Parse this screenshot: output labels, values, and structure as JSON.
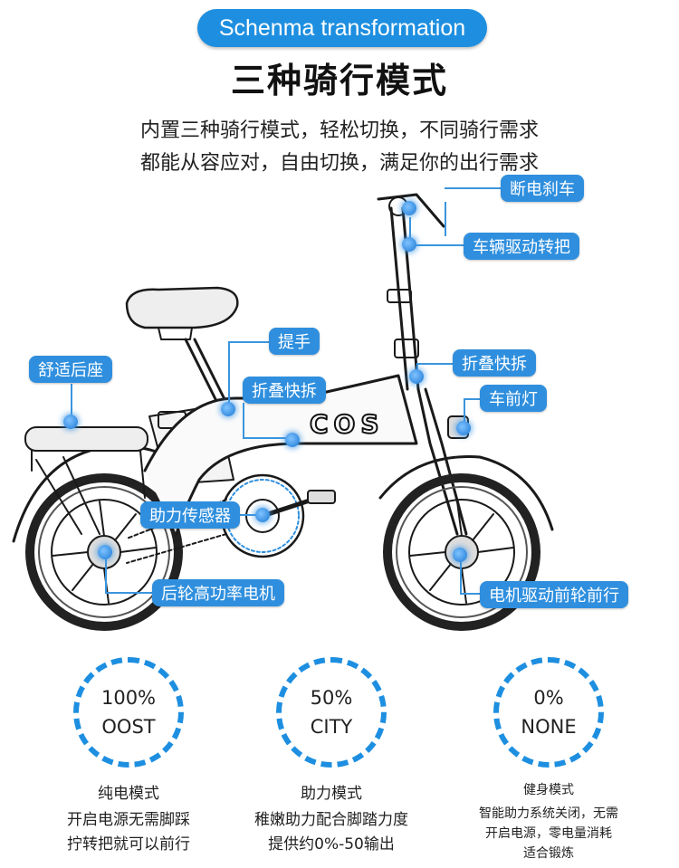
{
  "header": {
    "badge": "Schenma transformation",
    "title": "三种骑行模式",
    "intro_line1": "内置三种骑行模式，轻松切换，不同骑行需求",
    "intro_line2": "都能从容应对，自由切换，满足你的出行需求"
  },
  "bike": {
    "frame_text": "COS",
    "callouts": {
      "brake": "断电刹车",
      "throttle": "车辆驱动转把",
      "handle": "提手",
      "seat": "舒适后座",
      "fold_front": "折叠快拆",
      "fold_mid": "折叠快拆",
      "headlight": "车前灯",
      "sensor": "助力传感器",
      "rear_motor": "后轮高功率电机",
      "front_motor": "电机驱动前轮前行"
    }
  },
  "modes": [
    {
      "percent": "100%",
      "code": "OOST",
      "name": "纯电模式",
      "desc1": "开启电源无需脚踩",
      "desc2": "拧转把就可以前行",
      "desc3": ""
    },
    {
      "percent": "50%",
      "code": "CITY",
      "name": "助力模式",
      "desc1": "稚嫩助力配合脚踏力度",
      "desc2": "提供约0%-50输出",
      "desc3": ""
    },
    {
      "percent": "0%",
      "code": "NONE",
      "name": "健身模式",
      "desc1": "智能助力系统关闭，无需",
      "desc2": "开启电源，零电量消耗",
      "desc3": "适合锻炼"
    }
  ],
  "colors": {
    "accent": "#1e8fe0",
    "callout": "#2f8fde"
  }
}
